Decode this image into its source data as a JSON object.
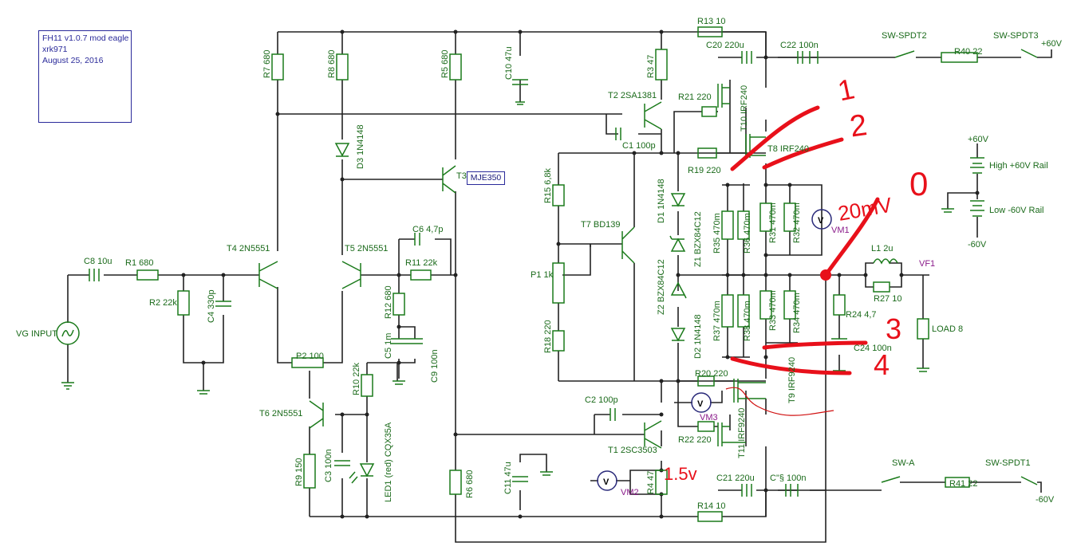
{
  "info": {
    "title": "FH11 v1.0.7 mod eagle",
    "author": "xrk971",
    "date": "August 25, 2016"
  },
  "labels": {
    "r13": "R13 10",
    "r14": "R14 10",
    "c20": "C20 220u",
    "c22": "C22 100n",
    "c21": "C21 220u",
    "c_s": "C\"§ 100n",
    "sw2": "SW-SPDT2",
    "sw3": "SW-SPDT3",
    "swa": "SW-A",
    "sw1": "SW-SPDT1",
    "r40": "R40 22",
    "r41": "R41 22",
    "p60a": "+60V",
    "n60a": "-60V",
    "p60b": "+60V",
    "n60b": "-60V",
    "high_rail": "High +60V Rail",
    "low_rail": "Low -60V Rail",
    "r7": "R7 680",
    "r8": "R8 680",
    "r5": "R5 680",
    "c10": "C10 47u",
    "r3": "R3 47",
    "t2": "T2 2SA1381",
    "r21": "R21 220",
    "t10": "T10 IRF240",
    "t8": "T8 IRF240",
    "r19": "R19 220",
    "c1": "C1 100p",
    "d3": "D3 1N4148",
    "t3": "T3",
    "t3_part": "MJE350",
    "r15": "R15 6,8k",
    "t7": "T7 BD139",
    "p1": "P1 1k",
    "r18": "R18 220",
    "d1": "D1 1N4148",
    "z1": "Z1 BZX84C12",
    "z2": "Z2 BZX84C12",
    "d2": "D2 1N4148",
    "r35": "R35 470m",
    "r36": "R36 470m",
    "r37": "R37 470m",
    "r38": "R38 470m",
    "r31": "R31 470m",
    "r32": "R32 470m",
    "r33": "R33 470m",
    "r34": "R34 470m",
    "vm1": "VM1",
    "l1": "L1 2u",
    "vf1": "VF1",
    "r27": "R27 10",
    "r24": "R24 4,7",
    "load": "LOAD 8",
    "c24": "C24 100n",
    "c8": "C8 10u",
    "r1": "R1 680",
    "r2": "R2 22k",
    "c4": "C4 330p",
    "vg": "VG INPUT",
    "t4": "T4 2N5551",
    "t5": "T5 2N5551",
    "c6": "C6 4,7p",
    "r11": "R11 22k",
    "r12": "R12 680",
    "c5": "C5 1m",
    "c9": "C9 100n",
    "p2": "P2 100",
    "r10": "R10 22k",
    "t6": "T6 2N5551",
    "r9": "R9 150",
    "c3": "C3 100n",
    "led1": "LED1 (red) CQX35A",
    "r6": "R6 680",
    "c11": "C11 47u",
    "c2": "C2 100p",
    "t1": "T1 2SC3503",
    "vm2": "VM2",
    "r4": "R4 47",
    "r20": "R20 220",
    "r22": "R22 220",
    "vm3": "VM3",
    "t9": "T9 IRF9240",
    "t11": "T11 IRF9240",
    "v": "V"
  },
  "annotations": {
    "n1": "1",
    "n2": "2",
    "n0": "0",
    "n3": "3",
    "n4": "4",
    "mv": "20mV",
    "v15": "1.5v"
  },
  "colors": {
    "wire": "#222222",
    "component": "#1a7a1a",
    "label": "#1a6a1a",
    "annotation": "#e8101a",
    "meter_label": "#8a1a8a",
    "info_border": "#2a2a9a"
  }
}
